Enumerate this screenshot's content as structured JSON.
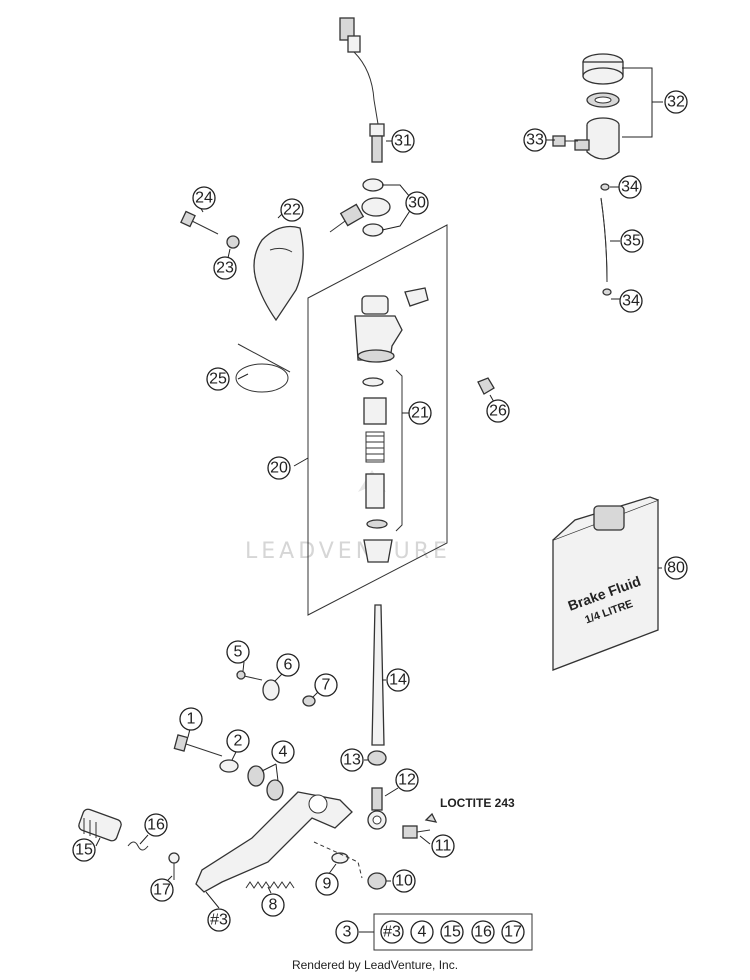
{
  "callouts": [
    {
      "id": "31",
      "label": "31"
    },
    {
      "id": "30",
      "label": "30"
    },
    {
      "id": "32",
      "label": "32"
    },
    {
      "id": "33",
      "label": "33"
    },
    {
      "id": "34a",
      "label": "34"
    },
    {
      "id": "35",
      "label": "35"
    },
    {
      "id": "34b",
      "label": "34"
    },
    {
      "id": "24",
      "label": "24"
    },
    {
      "id": "22",
      "label": "22"
    },
    {
      "id": "23",
      "label": "23"
    },
    {
      "id": "25",
      "label": "25"
    },
    {
      "id": "21",
      "label": "21"
    },
    {
      "id": "26",
      "label": "26"
    },
    {
      "id": "20",
      "label": "20"
    },
    {
      "id": "80",
      "label": "80"
    },
    {
      "id": "5",
      "label": "5"
    },
    {
      "id": "6",
      "label": "6"
    },
    {
      "id": "7",
      "label": "7"
    },
    {
      "id": "14",
      "label": "14"
    },
    {
      "id": "1",
      "label": "1"
    },
    {
      "id": "2",
      "label": "2"
    },
    {
      "id": "4",
      "label": "4"
    },
    {
      "id": "13",
      "label": "13"
    },
    {
      "id": "12",
      "label": "12"
    },
    {
      "id": "16",
      "label": "16"
    },
    {
      "id": "15",
      "label": "15"
    },
    {
      "id": "11",
      "label": "11"
    },
    {
      "id": "17",
      "label": "17"
    },
    {
      "id": "9",
      "label": "9"
    },
    {
      "id": "10",
      "label": "10"
    },
    {
      "id": "8",
      "label": "8"
    },
    {
      "id": "h3",
      "label": "#3"
    },
    {
      "id": "3",
      "label": "3"
    }
  ],
  "kit_contents": [
    "#3",
    "4",
    "15",
    "16",
    "17"
  ],
  "loctite_note": "LOCTITE 243",
  "brake_fluid_can": {
    "line1": "Brake Fluid",
    "line2": "1/4 LITRE"
  },
  "watermark": "LEADVENTURE",
  "footer": "Rendered by LeadVenture, Inc."
}
